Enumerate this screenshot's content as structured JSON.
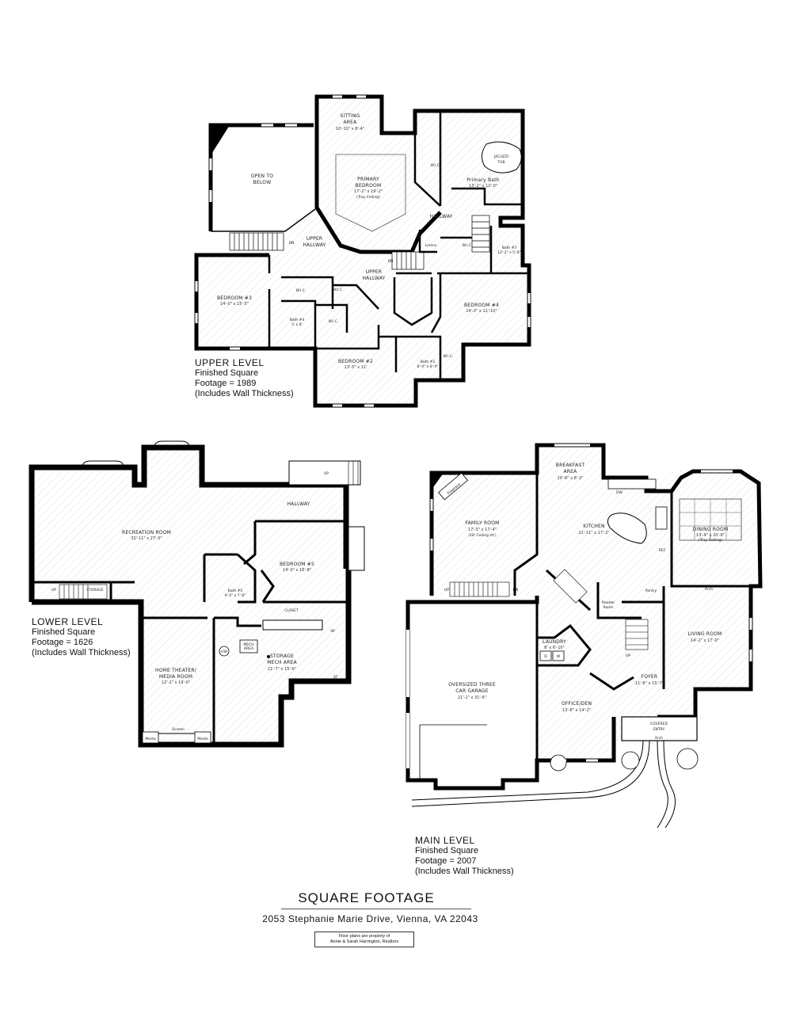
{
  "upper_level": {
    "heading": "UPPER LEVEL",
    "line1": "Finished Square",
    "line2": "Footage = 1989",
    "line3": "(Includes Wall Thickness)"
  },
  "lower_level": {
    "heading": "LOWER LEVEL",
    "line1": "Finished Square",
    "line2": "Footage = 1626",
    "line3": "(Includes Wall Thickness)"
  },
  "main_level": {
    "heading": "MAIN LEVEL",
    "line1": "Finished Square",
    "line2": "Footage = 2007",
    "line3": "(Includes Wall Thickness)"
  },
  "title": "SQUARE FOOTAGE",
  "address": "2053 Stephanie Marie Drive, Vienna, VA  22043",
  "credit": {
    "line1": "Floor plans are property of",
    "line2": "Annie & Sarah Harrington, Realtors"
  },
  "upper_rooms": {
    "sitting": "SITTING",
    "sitting2": "AREA",
    "sitting_dim": "10'-10\" x 8'-4\"",
    "open": "OPEN TO",
    "open2": "BELOW",
    "primary": "PRIMARY",
    "primary2": "BEDROOM",
    "primary_dim": "17'-2\" x 19'-2\"",
    "primary_note": "(Tray Ceiling)",
    "wic": "W.I.C.",
    "jacuzzi": "JACUZZI",
    "jacuzzi2": "TUB",
    "pbath": "Primary Bath",
    "pbath_dim": "13'-2\" x 12'-0\"",
    "hallway": "HALLWAY",
    "upper_hallway": "UPPER",
    "upper_hallway2": "HALLWAY",
    "upper_hallway_b": "UPPER",
    "upper_hallway_b2": "HALLWAY",
    "linens": "Linens",
    "bath3": "Bath #3",
    "bath3_dim": "12'-2\" x 5'-8\"",
    "bed3": "BEDROOM #3",
    "bed3_dim": "14'-0\" x 15'-5\"",
    "bed4": "BEDROOM #4",
    "bed4_dim": "14'-2\" x 11'-10\"",
    "bath4": "Bath #4",
    "bath4_dim": "5' x 8'",
    "bed2": "BEDROOM #2",
    "bed2_dim": "13'-5\" x 11'",
    "bath2": "Bath #2",
    "bath2_dim": "8'-4\" x 8'-4\"",
    "dn": "DN"
  },
  "lower_rooms": {
    "rec": "RECREATION ROOM",
    "rec_dim": "32'-11\" x 27'-5\"",
    "hallway": "HALLWAY",
    "bed5": "BEDROOM #5",
    "bed5_dim": "14'-0\" x 16'-8\"",
    "bath5": "Bath #5",
    "bath5_dim": "9'-2\" x 7'-6\"",
    "storage": "STORAGE",
    "closet": "CLOSET",
    "theater": "HOME THEATER/",
    "theater2": "MEDIA ROOM",
    "theater_dim": "12'-2\" x 19'-0\"",
    "mech": "STORAGE",
    "mech2": "MECH AREA",
    "mech_dim": "21'-7\" x 15'-6\"",
    "mech_small": "MECH",
    "mech_small2": "AREA",
    "screen": "Screen",
    "media_left": "Media",
    "media_right": "Media",
    "up": "UP",
    "hw": "HW",
    "sp": "SP",
    "ef": "EF"
  },
  "main_rooms": {
    "breakfast": "BREAKFAST",
    "breakfast2": "AREA",
    "breakfast_dim": "10'-8\" x 8'-2\"",
    "family": "FAMILY ROOM",
    "family_dim": "17'-3\" x 17'-4\"",
    "family_note": "(18' Ceiling Ht.)",
    "fireplace": "Fireplace",
    "kitchen": "KITCHEN",
    "kitchen_dim": "21'-11\" x 17'-2\"",
    "dining": "DINING ROOM",
    "dining_dim": "13'-9\" x 20'-8\"",
    "dining_note": "(Tray Ceiling)",
    "dw": "DW",
    "ref": "REF",
    "pantry": "Pantry",
    "powder": "Powder",
    "powder2": "Room",
    "laundry": "LAUNDRY",
    "laundry_dim": "8' x 6'-10\"",
    "d": "D",
    "w": "W",
    "garage": "OVERSIZED THREE",
    "garage2": "CAR GARAGE",
    "garage_dim": "21'-1\" x 31'-6\"",
    "living": "LIVING ROOM",
    "living_dim": "14'-2\" x 17'-0\"",
    "foyer": "FOYER",
    "foyer_dim": "11'-6\" x 15'-7\"",
    "office": "OFFICE/DEN",
    "office_dim": "13'-8\" x 14'-2\"",
    "covered": "COVERED",
    "covered2": "ENTRY",
    "arch1": "Arch",
    "arch2": "Arch",
    "up": "UP",
    "dn": "DN"
  }
}
